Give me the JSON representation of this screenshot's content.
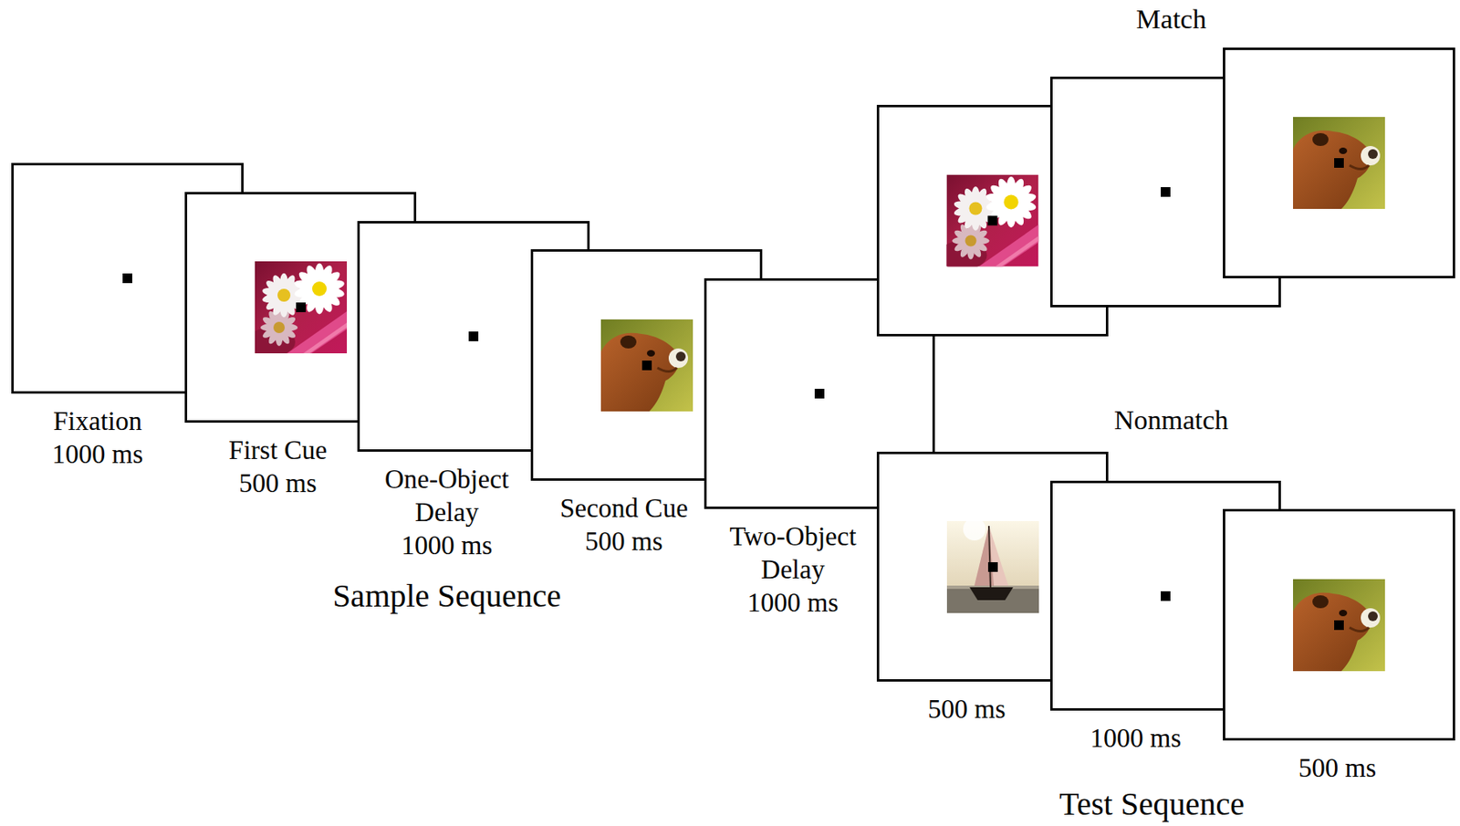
{
  "diagram": {
    "nodes": [
      {
        "text": [
          "Fixation",
          "1000 ms"
        ]
      },
      {
        "text": [
          "First Cue",
          "500 ms"
        ]
      },
      {
        "text": [
          "One-Object Delay",
          "1000 ms"
        ]
      },
      {
        "text": [
          "Second Cue",
          "500 ms"
        ]
      },
      {
        "text": [
          "Two-Object Delay",
          "1000 ms"
        ]
      },
      {
        "text": [
          "500 ms"
        ]
      },
      {
        "text": [
          "1000 ms"
        ]
      },
      {
        "text": [
          "500 ms"
        ]
      }
    ],
    "labels": [
      "Sample Sequence",
      "Match",
      "Nonmatch",
      "Test Sequence"
    ]
  }
}
